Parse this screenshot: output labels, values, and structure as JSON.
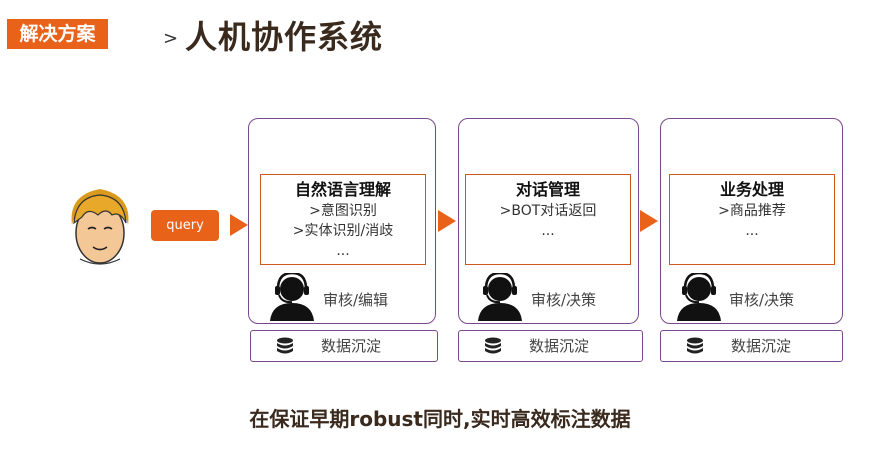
{
  "header": {
    "tag": "解决方案",
    "arrow": ">",
    "title": "人机协作系统"
  },
  "query_label": "query",
  "stages": [
    {
      "heading": "自然语言理解",
      "lines": [
        ">意图识别",
        ">实体识别/消歧",
        "..."
      ],
      "review": "审核/编辑",
      "data_label": "数据沉淀"
    },
    {
      "heading": "对话管理",
      "lines": [
        ">BOT对话返回",
        "..."
      ],
      "review": "审核/决策",
      "data_label": "数据沉淀"
    },
    {
      "heading": "业务处理",
      "lines": [
        ">商品推荐",
        "..."
      ],
      "review": "审核/决策",
      "data_label": "数据沉淀"
    }
  ],
  "footer": "在保证早期robust同时,实时高效标注数据",
  "colors": {
    "accent": "#e8621a",
    "border": "#7a4a8e"
  }
}
